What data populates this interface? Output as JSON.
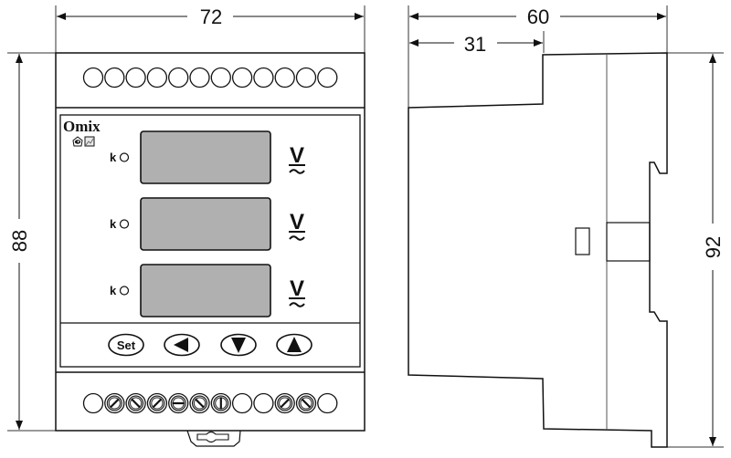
{
  "title": "Omix DIN-rail 3-channel voltmeter dimensional drawing",
  "front_view": {
    "brand": "Omix",
    "width_label": "72",
    "height_label": "88",
    "top_terminals": {
      "count": 12,
      "type": "plain"
    },
    "bottom_terminals": [
      {
        "type": "plain"
      },
      {
        "type": "screw",
        "slot": "diag-right"
      },
      {
        "type": "screw",
        "slot": "diag-left"
      },
      {
        "type": "screw",
        "slot": "diag-right"
      },
      {
        "type": "screw",
        "slot": "horizontal"
      },
      {
        "type": "screw",
        "slot": "diag-left"
      },
      {
        "type": "screw",
        "slot": "vertical"
      },
      {
        "type": "plain"
      },
      {
        "type": "plain"
      },
      {
        "type": "screw",
        "slot": "diag-right"
      },
      {
        "type": "screw",
        "slot": "diag-left"
      },
      {
        "type": "plain"
      }
    ],
    "certification_icons": [
      "eye-mark-icon",
      "chart-badge-icon"
    ],
    "channels": [
      {
        "indicator_label": "k",
        "unit": "V",
        "unit_sub": "~",
        "display_color": "#b0b0b0"
      },
      {
        "indicator_label": "k",
        "unit": "V",
        "unit_sub": "~",
        "display_color": "#b0b0b0"
      },
      {
        "indicator_label": "k",
        "unit": "V",
        "unit_sub": "~",
        "display_color": "#b0b0b0"
      }
    ],
    "buttons": [
      {
        "label": "Set",
        "icon": "set"
      },
      {
        "label": "",
        "icon": "arrow-left"
      },
      {
        "label": "",
        "icon": "arrow-down"
      },
      {
        "label": "",
        "icon": "arrow-up"
      }
    ]
  },
  "side_view": {
    "depth_label": "60",
    "front_depth_label": "31",
    "height_label": "92"
  }
}
